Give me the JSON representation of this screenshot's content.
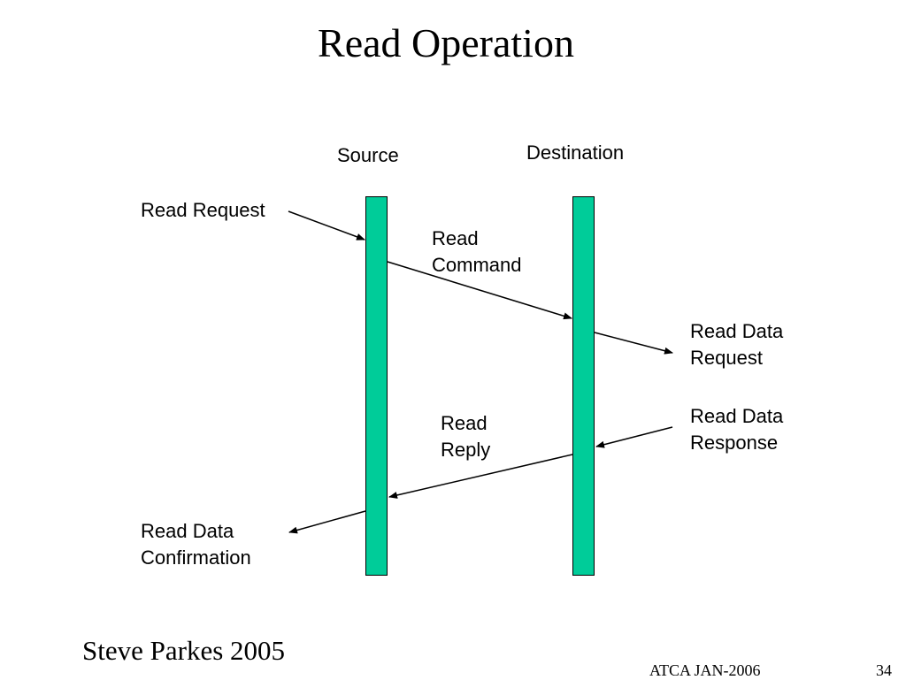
{
  "title": "Read Operation",
  "columns": {
    "source": "Source",
    "destination": "Destination"
  },
  "labels": {
    "read_request": "Read Request",
    "read_command": [
      "Read",
      "Command"
    ],
    "read_data_request": [
      "Read Data",
      "Request"
    ],
    "read_data_response": [
      "Read Data",
      "Response"
    ],
    "read_reply": [
      "Read",
      "Reply"
    ],
    "read_data_confirmation": [
      "Read Data",
      "Confirmation"
    ]
  },
  "footer": {
    "author": "Steve Parkes 2005",
    "event": "ATCA JAN-2006",
    "page": "34"
  },
  "colors": {
    "bar_fill": "#00cc99",
    "line": "#000000"
  }
}
